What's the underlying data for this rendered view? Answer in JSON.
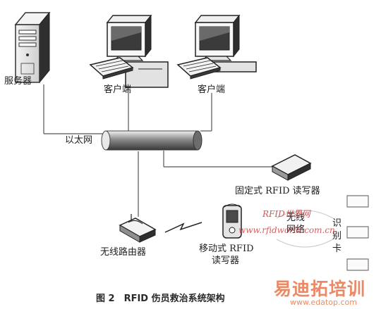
{
  "labels": {
    "server": "服务器",
    "client1": "客户端",
    "client2": "客户端",
    "ethernet": "以太网",
    "fixed_reader": "固定式 RFID 读写器",
    "wireless_router": "无线路由器",
    "mobile_reader_line1": "移动式 RFID",
    "mobile_reader_line2": "读写器",
    "wireless_net_line1": "无线",
    "wireless_net_line2": "网络",
    "id_card_1": "识",
    "id_card_2": "别",
    "id_card_3": "卡"
  },
  "caption": "图 2　RFID 伤员救治系统架构",
  "watermarks": {
    "rfid_world": "RFID世界网",
    "rfid_url": "www.rfidworld.com.cn",
    "edatop_cn": "易迪拓培训",
    "edatop_url": "www.edatop.com"
  }
}
